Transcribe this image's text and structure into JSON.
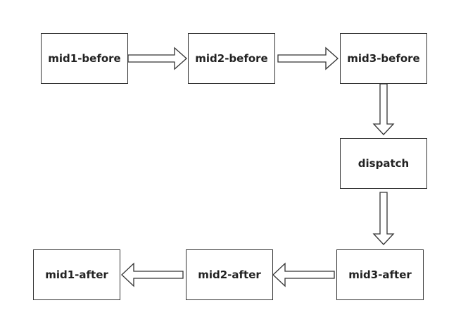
{
  "diagram": {
    "nodes": [
      {
        "id": "mid1-before",
        "label": "mid1-before"
      },
      {
        "id": "mid2-before",
        "label": "mid2-before"
      },
      {
        "id": "mid3-before",
        "label": "mid3-before"
      },
      {
        "id": "dispatch",
        "label": "dispatch"
      },
      {
        "id": "mid3-after",
        "label": "mid3-after"
      },
      {
        "id": "mid2-after",
        "label": "mid2-after"
      },
      {
        "id": "mid1-after",
        "label": "mid1-after"
      }
    ],
    "edges": [
      {
        "from": "mid1-before",
        "to": "mid2-before"
      },
      {
        "from": "mid2-before",
        "to": "mid3-before"
      },
      {
        "from": "mid3-before",
        "to": "dispatch"
      },
      {
        "from": "dispatch",
        "to": "mid3-after"
      },
      {
        "from": "mid3-after",
        "to": "mid2-after"
      },
      {
        "from": "mid2-after",
        "to": "mid1-after"
      }
    ],
    "colors": {
      "stroke": "#333333",
      "fill": "#ffffff",
      "text": "#222222"
    }
  }
}
